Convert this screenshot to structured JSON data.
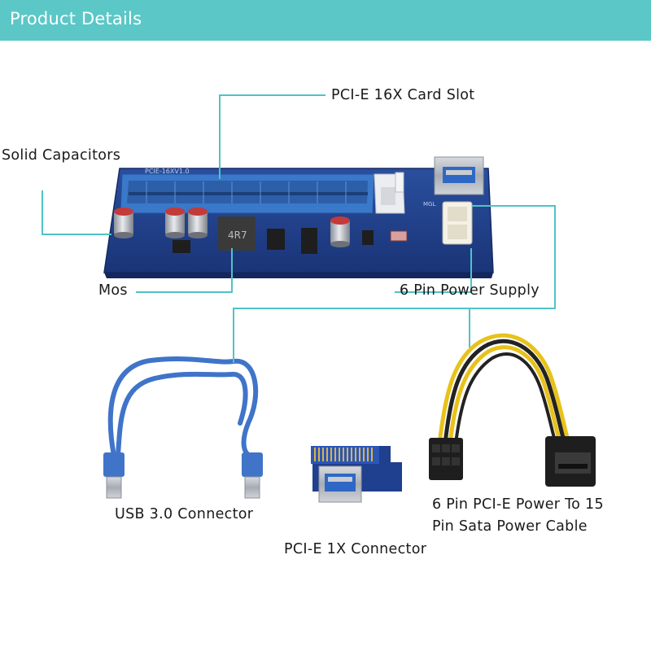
{
  "header": {
    "title": "Product Details",
    "background_color": "#5bc7c7"
  },
  "colors": {
    "leader_line": "#4fc3c6",
    "pcb_blue": "#1f3f8f",
    "slot_blue": "#3a78c9",
    "cable_blue": "#3f74c9",
    "wire_yellow": "#e8c21a",
    "connector_black": "#1e1e1e"
  },
  "callouts": {
    "card_slot": "PCI-E 16X Card Slot",
    "solid_capacitors": "Solid Capacitors",
    "mos": "Mos",
    "power_supply": "6 Pin Power Supply",
    "usb_connector": "USB 3.0 Connector",
    "pcie_1x": "PCI-E 1X Connector",
    "power_cable_line1": "6 Pin PCI-E Power To 15",
    "power_cable_line2": "Pin Sata Power Cable"
  },
  "board": {
    "silkscreen": "PCIE-16XV1.0",
    "inductor_marking": "4R7",
    "molex_label": "MGL"
  }
}
